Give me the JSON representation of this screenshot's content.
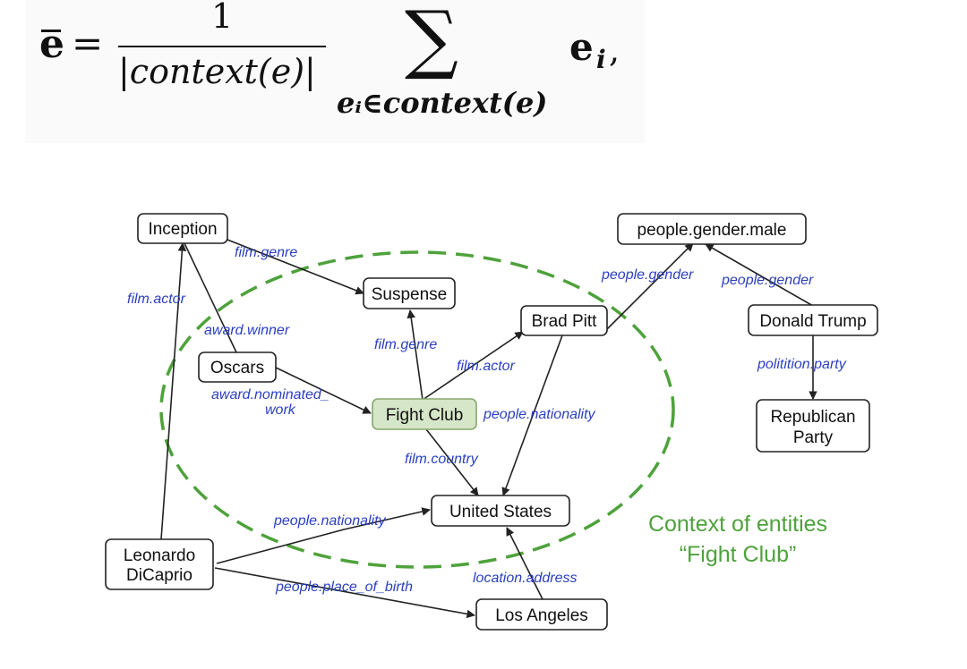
{
  "formula": {
    "lhs": "e",
    "equals": "=",
    "numerator": "1",
    "denominator": "|context(e)|",
    "sum_symbol": "∑",
    "sum_subscript": "eᵢ∈context(e)",
    "term": "e",
    "term_subscript": "i",
    "trailing": ","
  },
  "diagram": {
    "nodes": {
      "inception": "Inception",
      "suspense": "Suspense",
      "oscars": "Oscars",
      "fight_club": "Fight Club",
      "brad_pitt": "Brad Pitt",
      "people_gender_male": "people.gender.male",
      "donald_trump": "Donald Trump",
      "republican_party_1": "Republican",
      "republican_party_2": "Party",
      "united_states": "United States",
      "leonardo_dicaprio_1": "Leonardo",
      "leonardo_dicaprio_2": "DiCaprio",
      "los_angeles": "Los Angeles"
    },
    "edges": {
      "film_genre_1": "film.genre",
      "film_actor_1": "film.actor",
      "award_winner": "award.winner",
      "award_nominated_1": "award.nominated_",
      "award_nominated_2": "work",
      "film_genre_2": "film.genre",
      "film_actor_2": "film.actor",
      "people_nationality_1": "people.nationality",
      "film_country": "film.country",
      "people_gender_1": "people.gender",
      "people_gender_2": "people.gender",
      "politician_party": "politition.party",
      "people_nationality_2": "people.nationality",
      "people_place_of_birth": "people.place_of_birth",
      "location_address": "location.address"
    },
    "context_label_1": "Context of entities",
    "context_label_2": "“Fight Club”",
    "colors": {
      "edge_label": "#2a3fc0",
      "context": "#4ea23b",
      "highlight_fill": "#d6e6c8"
    }
  }
}
